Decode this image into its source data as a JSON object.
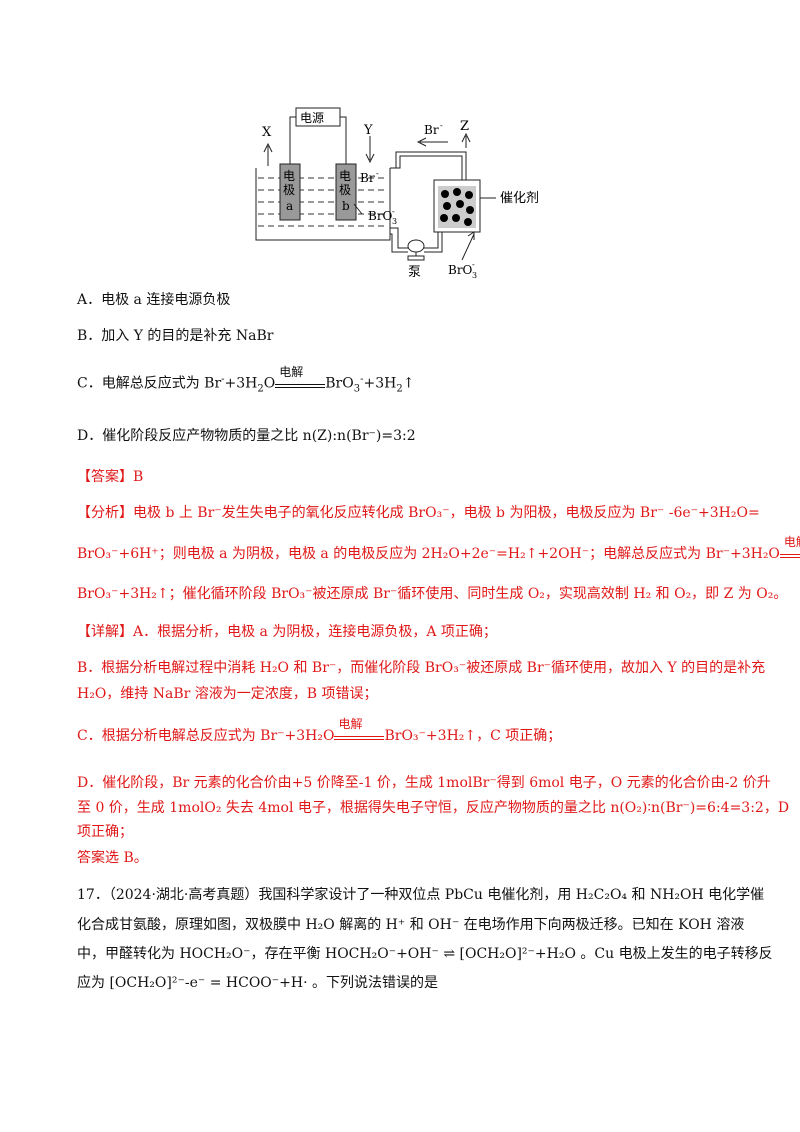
{
  "diagram": {
    "power": "电源",
    "x": "X",
    "y": "Y",
    "z": "Z",
    "electrode_a": [
      "电",
      "极",
      "a"
    ],
    "electrode_b": [
      "电",
      "极",
      "b"
    ],
    "br_top": "Br",
    "br_left": "Br",
    "bro3_right": "BrO",
    "bro3_bottom": "BrO",
    "catalyst": "催化剂",
    "pump": "泵"
  },
  "options": {
    "a": "A．电极 a 连接电源负极",
    "b_pre": "B．加入 Y 的目的是补充 ",
    "b_val": "NaBr",
    "c_pre": "C．电解总反应式为 ",
    "d": "D．催化阶段反应产物物质的量之比 n(Z):n(Br⁻)=3:2"
  },
  "answer": {
    "label": "【答案】",
    "value": "B"
  },
  "analysis": {
    "label": "【分析】",
    "l1": "电极 b 上 Br⁻发生失电子的氧化反应转化成 BrO₃⁻，电极 b 为阳极，电极反应为 Br⁻ -6e⁻+3H₂O=",
    "l2": "BrO₃⁻+6H⁺；则电极 a 为阴极，电极 a 的电极反应为 2H₂O+2e⁻=H₂↑+2OH⁻；电解总反应式为 Br⁻+3H₂O",
    "l3": "BrO₃⁻+3H₂↑；催化循环阶段 BrO₃⁻被还原成 Br⁻循环使用、同时生成 O₂，实现高效制 H₂ 和 O₂，即 Z 为 O₂。"
  },
  "detail": {
    "label": "【详解】",
    "a": "A．根据分析，电极 a 为阴极，连接电源负极，A 项正确；",
    "b1": "B．根据分析电解过程中消耗 H₂O 和 Br⁻，而催化阶段 BrO₃⁻被还原成 Br⁻循环使用，故加入 Y 的目的是补充",
    "b2": "H₂O，维持 NaBr 溶液为一定浓度，B 项错误；",
    "c_pre": "C．根据分析电解总反应式为 Br⁻+3H₂O",
    "c_post": "BrO₃⁻+3H₂↑，C 项正确；",
    "d1": "D．催化阶段，Br 元素的化合价由+5 价降至-1 价，生成 1molBr⁻得到 6mol 电子，O 元素的化合价由-2 价升",
    "d2": "至 0 价，生成 1molO₂ 失去 4mol 电子，根据得失电子守恒，反应产物物质的量之比 n(O₂)∶n(Br⁻)=6:4=3:2，D",
    "d3": "项正确；",
    "final": "答案选 B。"
  },
  "electrolysis_label": "电解",
  "q17": {
    "l1": "17．（2024·湖北·高考真题）我国科学家设计了一种双位点 PbCu 电催化剂，用 H₂C₂O₄ 和 NH₂OH 电化学催",
    "l2": "化合成甘氨酸，原理如图，双极膜中 H₂O 解离的 H⁺ 和 OH⁻ 在电场作用下向两极迁移。已知在 KOH 溶液",
    "l3": "中，甲醛转化为 HOCH₂O⁻，存在平衡 HOCH₂O⁻+OH⁻ ⇌ [OCH₂O]²⁻+H₂O 。Cu 电极上发生的电子转移反",
    "l4": "应为 [OCH₂O]²⁻-e⁻ = HCOO⁻+H· 。下列说法错误的是"
  }
}
